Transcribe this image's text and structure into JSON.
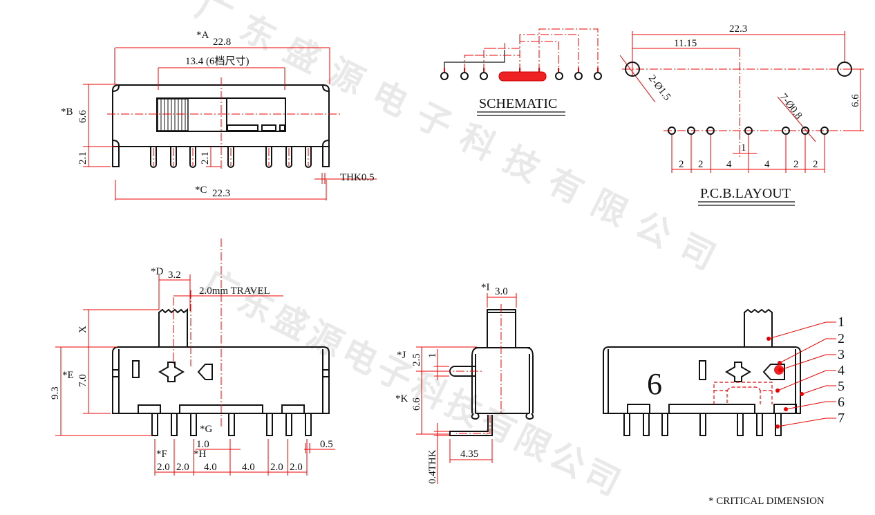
{
  "watermark": {
    "text": "广东盛源电子科技有限公司"
  },
  "colors": {
    "dimension": "#ee0000",
    "outline": "#111111",
    "watermark": "#e9e9e9"
  },
  "top_view": {
    "a_label": "*A",
    "a_value": "22.8",
    "span_label": "13.4 (6档尺寸)",
    "b_label": "*B",
    "b_value": "6.6",
    "pin_height_left": "2.1",
    "pin_height_center": "2.1",
    "c_label": "*C",
    "c_value": "22.3",
    "thk_label": "THK0.5"
  },
  "schematic": {
    "title": "SCHEMATIC"
  },
  "pcb": {
    "title": "P.C.B.LAYOUT",
    "overall": "22.3",
    "half": "11.15",
    "height": "6.6",
    "big_holes": "2-Ø1.5",
    "small_holes": "7-Ø0.8",
    "offset": "1",
    "pitches": [
      "2",
      "2",
      "4",
      "4",
      "2",
      "2"
    ]
  },
  "front_view": {
    "d_label": "*D",
    "d_value": "3.2",
    "travel": "2.0mm  TRAVEL",
    "x_label": "X",
    "e_label": "*E",
    "e_value": "7.0",
    "total_height": "9.3",
    "g_label": "*G",
    "g_value": "1.0",
    "f_label": "*F",
    "h_label": "*H",
    "pin_width": "0.5",
    "pitches": [
      "2.0",
      "2.0",
      "4.0",
      "4.0",
      "2.0",
      "2.0"
    ]
  },
  "side_view": {
    "i_label": "*I",
    "i_value": "3.0",
    "j_label": "*J",
    "j_value": "2.5",
    "pin_thickness_1": "1",
    "k_label": "*K",
    "k_value": "6.6",
    "lead_length": "4.35",
    "lead_thk": "0.4THK"
  },
  "parts_view": {
    "position_mark": "6",
    "callouts": [
      "1",
      "2",
      "3",
      "4",
      "5",
      "6",
      "7"
    ]
  },
  "footnote": "* CRITICAL  DIMENSION"
}
